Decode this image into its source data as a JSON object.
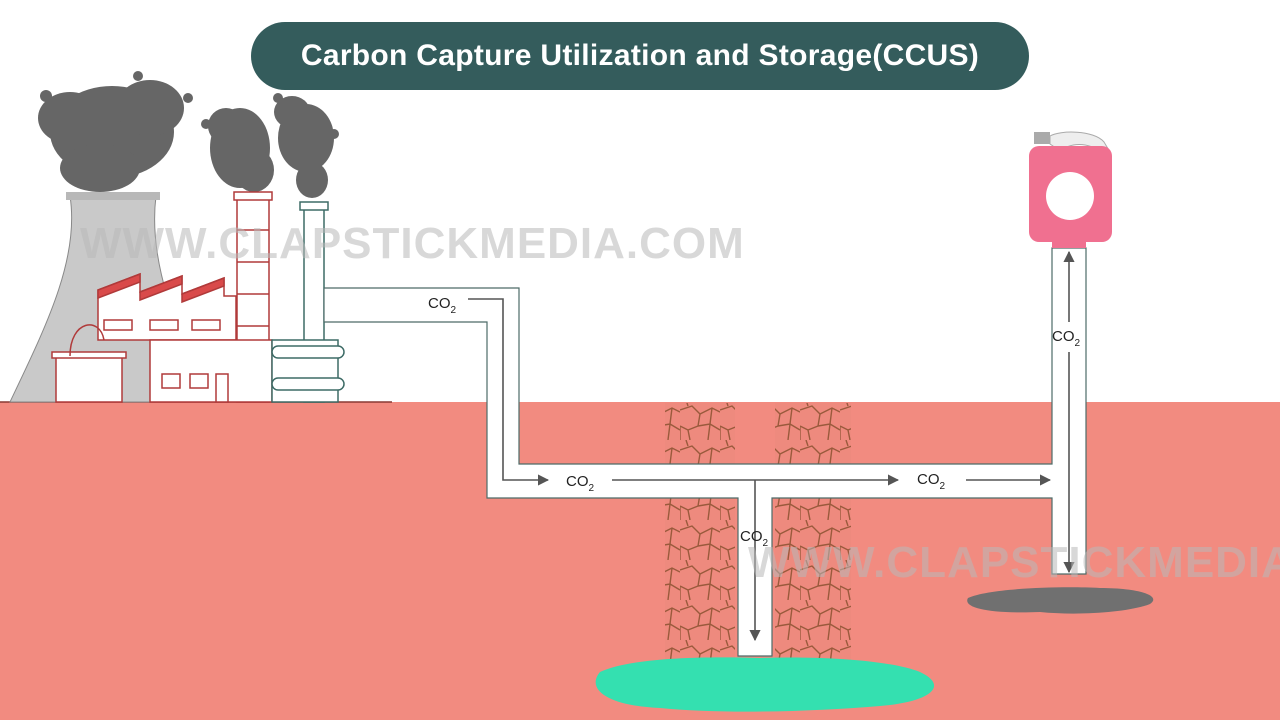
{
  "title": "Carbon Capture Utilization and Storage(CCUS)",
  "labels": {
    "co2_main": "CO",
    "co2_sub": "2"
  },
  "watermark": "WWW.CLAPSTICKMEDIA.COM",
  "colors": {
    "title_bg": "#345c5c",
    "ground": "#f28b80",
    "smoke": "#666666",
    "factory_line": "#b03a3a",
    "reservoir": "#34e0b0",
    "pool": "#707070",
    "canister": "#f07090"
  }
}
